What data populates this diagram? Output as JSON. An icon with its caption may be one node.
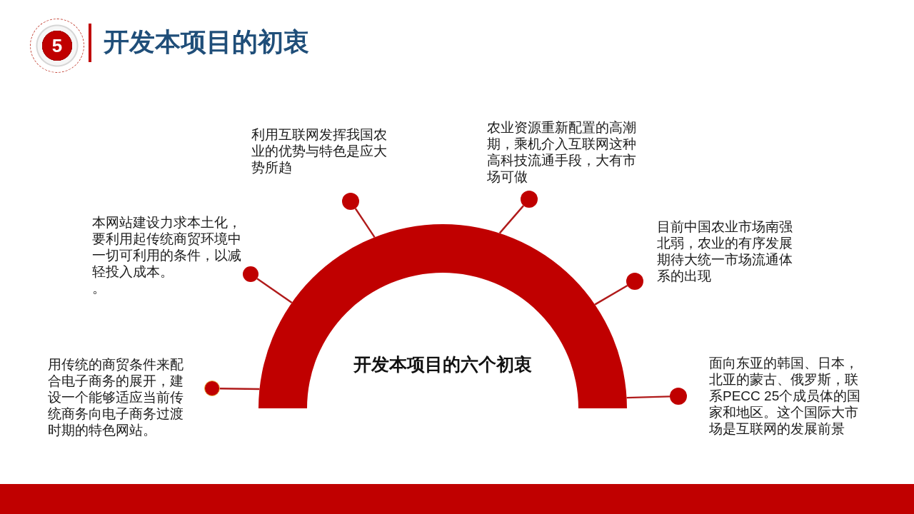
{
  "diagram": {
    "title": "开发本项目的初衷",
    "nodes": [
      {
        "text": [
          "开发本项目的六个初衷"
        ]
      },
      {
        "text": [],
        "shape": "circle",
        "beside": [
          "用传统的商贸条件来配合电子商务的展开，建设一个能够适应当前传统商务向电子商务过渡时期的特色网站。"
        ]
      },
      {
        "text": [],
        "shape": "circle",
        "beside": [
          "本网站建设力求本土化，要利用起传统商贸环境中一切可利用的条件，以减轻投入成本。",
          "。"
        ]
      },
      {
        "text": [],
        "shape": "circle",
        "beside": [
          "利用互联网发挥我国农业的优势与特色是应大势所趋"
        ]
      },
      {
        "text": [],
        "shape": "circle",
        "beside": [
          "农业资源重新配置的高潮期，乘机介入互联网这种高科技流通手段，大有市场可做"
        ]
      },
      {
        "text": [],
        "shape": "circle",
        "beside": [
          "目前中国农业市场南强北弱，农业的有序发展期待大统一市场流通体系的出现"
        ]
      },
      {
        "text": [],
        "shape": "circle",
        "beside": [
          "面向东亚的韩国、日本，北亚的蒙古、俄罗斯，联系PECC 25个成员体的国家和地区。这个国际大市场是互联网的发展前景"
        ]
      }
    ],
    "edges": [
      {
        "from": 0,
        "to": 1,
        "arrow": "none"
      },
      {
        "from": 0,
        "to": 2,
        "arrow": "none"
      },
      {
        "from": 0,
        "to": 3,
        "arrow": "none"
      },
      {
        "from": 0,
        "to": 4,
        "arrow": "none"
      },
      {
        "from": 0,
        "to": 5,
        "arrow": "none"
      },
      {
        "from": 0,
        "to": 6,
        "arrow": "none"
      }
    ],
    "labels": [
      "5"
    ]
  }
}
